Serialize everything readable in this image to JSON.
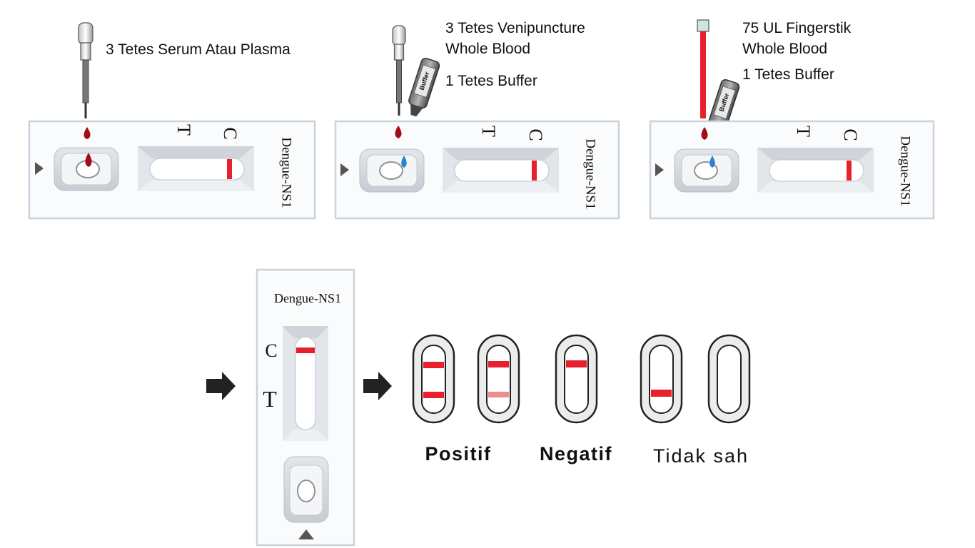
{
  "steps": [
    {
      "line1": "3 Tetes Serum Atau Plasma",
      "line2": "",
      "buffer_text": "",
      "cassette_label": "Dengue-NS1",
      "t_label": "T",
      "c_label": "C"
    },
    {
      "line1": "3 Tetes Venipuncture",
      "line2": "Whole Blood",
      "buffer_text": "1 Tetes Buffer",
      "cassette_label": "Dengue-NS1",
      "t_label": "T",
      "c_label": "C"
    },
    {
      "line1": "75 UL Fingerstik",
      "line2": "Whole Blood",
      "buffer_text": "1 Tetes Buffer",
      "cassette_label": "Dengue-NS1",
      "t_label": "T",
      "c_label": "C"
    }
  ],
  "dropper_bottle_text": "Buffer",
  "vertical_cassette": {
    "label": "Dengue-NS1",
    "c_label": "C",
    "t_label": "T"
  },
  "results": {
    "positive": "Positif",
    "negative": "Negatif",
    "invalid": "Tidak sah"
  },
  "colors": {
    "line_red": "#e8202e",
    "faint_red": "#f08c8c",
    "blood": "#a40d14",
    "buffer_blue": "#2b7fd4",
    "cassette_border": "#c9d3dc",
    "arrow": "#222222"
  }
}
